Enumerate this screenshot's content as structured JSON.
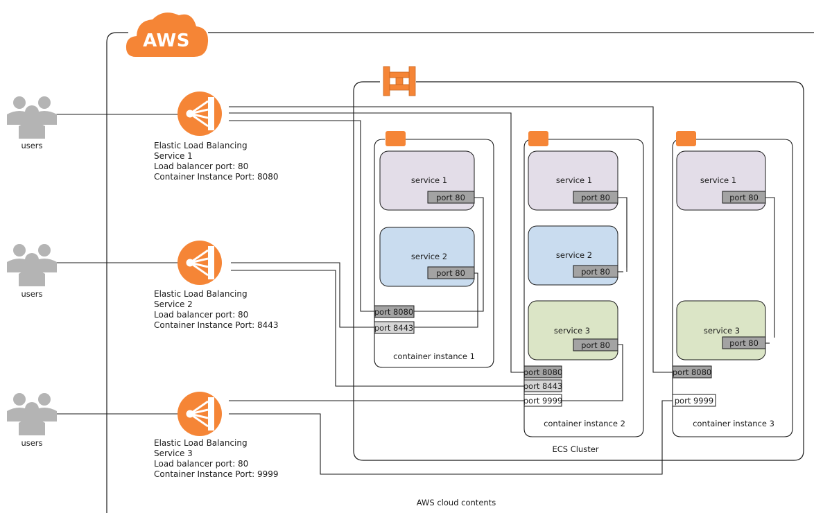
{
  "aws_label": "AWS",
  "cloud_label": "AWS cloud contents",
  "cluster_label": "ECS Cluster",
  "users": [
    {
      "label": "users"
    },
    {
      "label": "users"
    },
    {
      "label": "users"
    }
  ],
  "load_balancers": [
    {
      "line1": "Elastic Load Balancing",
      "line2": "Service 1",
      "line3": "Load balancer port: 80",
      "line4": "Container Instance Port: 8080"
    },
    {
      "line1": "Elastic Load Balancing",
      "line2": "Service 2",
      "line3": "Load balancer port: 80",
      "line4": "Container Instance Port: 8443"
    },
    {
      "line1": "Elastic Load Balancing",
      "line2": "Service 3",
      "line3": "Load balancer port: 80",
      "line4": "Container Instance Port: 9999"
    }
  ],
  "instances": [
    {
      "label": "container instance 1",
      "services": [
        {
          "name": "service 1",
          "port": "port 80"
        },
        {
          "name": "service 2",
          "port": "port 80"
        }
      ],
      "host_ports": [
        "port 8080",
        "port 8443"
      ]
    },
    {
      "label": "container instance 2",
      "services": [
        {
          "name": "service 1",
          "port": "port 80"
        },
        {
          "name": "service 2",
          "port": "port 80"
        },
        {
          "name": "service 3",
          "port": "port 80"
        }
      ],
      "host_ports": [
        "port 8080",
        "port 8443",
        "port 9999"
      ]
    },
    {
      "label": "container instance 3",
      "services": [
        {
          "name": "service 1",
          "port": "port 80"
        },
        {
          "name": "service 3",
          "port": "port 80"
        }
      ],
      "host_ports": [
        "port 8080",
        "port 9999"
      ]
    }
  ],
  "colors": {
    "aws_orange": "#f58536",
    "service1": "#e3dde8",
    "service2": "#c9dcef",
    "service3": "#dbe5c6",
    "port_dark": "#a3a3a3",
    "port_mid": "#d6d6d6",
    "user_gray": "#b4b4b4",
    "line": "#1a1a1a"
  }
}
